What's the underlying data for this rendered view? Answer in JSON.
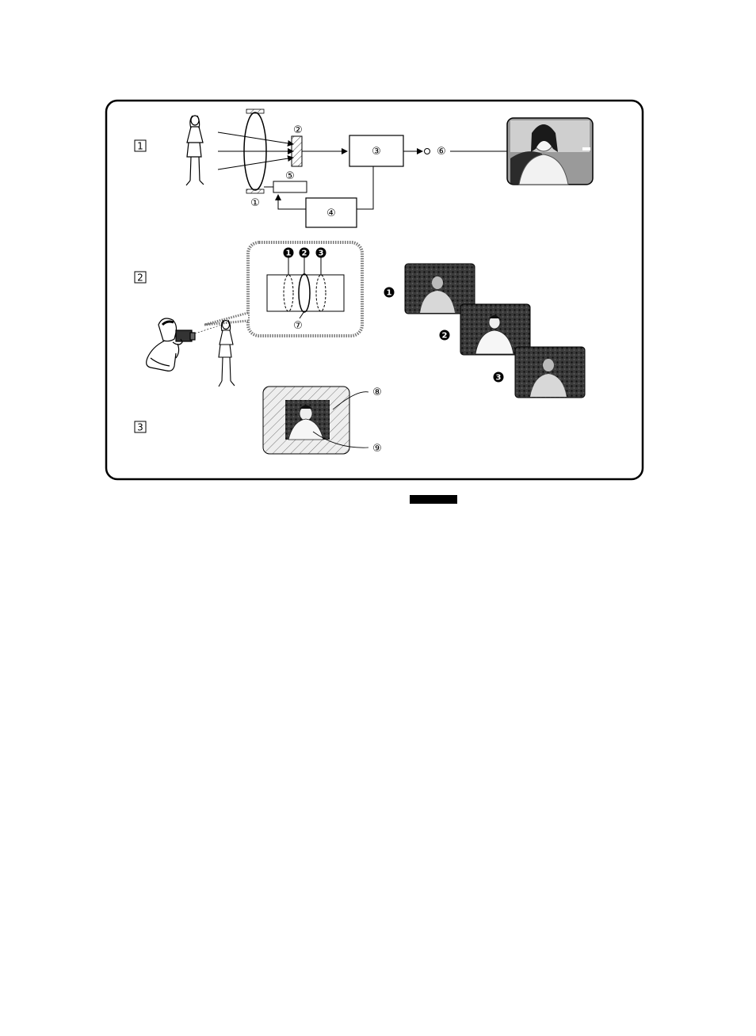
{
  "sections": [
    {
      "id": "1",
      "label": "1"
    },
    {
      "id": "2",
      "label": "2"
    },
    {
      "id": "3",
      "label": "3"
    }
  ],
  "callouts": {
    "c1": "①",
    "c2": "②",
    "c3": "③",
    "c4": "④",
    "c5": "⑤",
    "c6": "⑥",
    "c7": "⑦",
    "c8": "⑧",
    "c9": "⑨"
  },
  "focus_positions": [
    "1",
    "2",
    "3"
  ],
  "icons": {
    "person": "standing-woman-icon",
    "camcorder_user": "man-with-camcorder-icon",
    "monitor": "tv-monitor-photo",
    "lens": "lens-icon",
    "sensor": "image-sensor-icon"
  }
}
